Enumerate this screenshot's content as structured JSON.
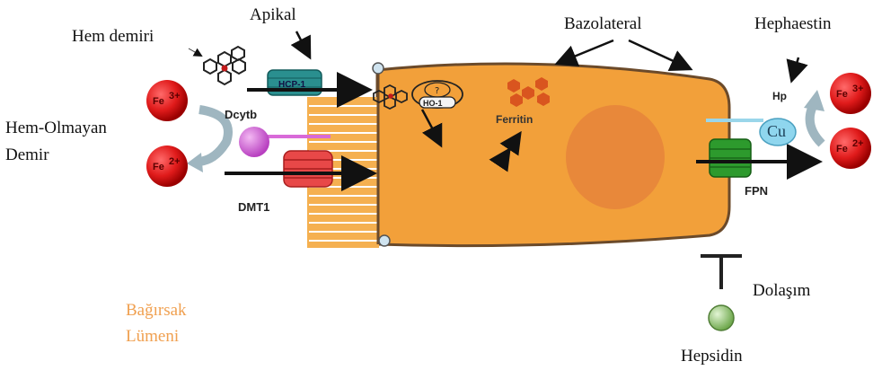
{
  "labels": {
    "hem_demiri": "Hem demiri",
    "apikal": "Apikal",
    "bazolateral": "Bazolateral",
    "hephaestin": "Hephaestin",
    "hem_olmayan_line1": "Hem-Olmayan",
    "hem_olmayan_line2": "Demir",
    "dcytb": "Dcytb",
    "dmt1": "DMT1",
    "hcp1": "HCP-1",
    "ho1": "HO-1",
    "ho1_question": "?",
    "ferritin": "Ferritin",
    "hp": "Hp",
    "cu": "Cu",
    "fpn": "FPN",
    "dolasim": "Dolaşım",
    "hepsidin": "Hepsidin",
    "bagirsak_line1": "Bağırsak",
    "bagirsak_line2": "Lümeni"
  },
  "ions": {
    "fe3": "Fe3+",
    "fe2": "Fe2+"
  },
  "colors": {
    "cell": "#f2a03a",
    "cell_border": "#6b4a2a",
    "nucleus": "#e8883a",
    "ferritin": "#d9551f",
    "iron_ion": "#e01b1b",
    "dmt1": "#e84848",
    "hcp1": "#2a8f8f",
    "fpn": "#2d9a2d",
    "dcytb": "#d060d0",
    "cu": "#8fd6ee",
    "hepcidin": "#9bcf7e",
    "lumen_text": "#f0a050"
  }
}
